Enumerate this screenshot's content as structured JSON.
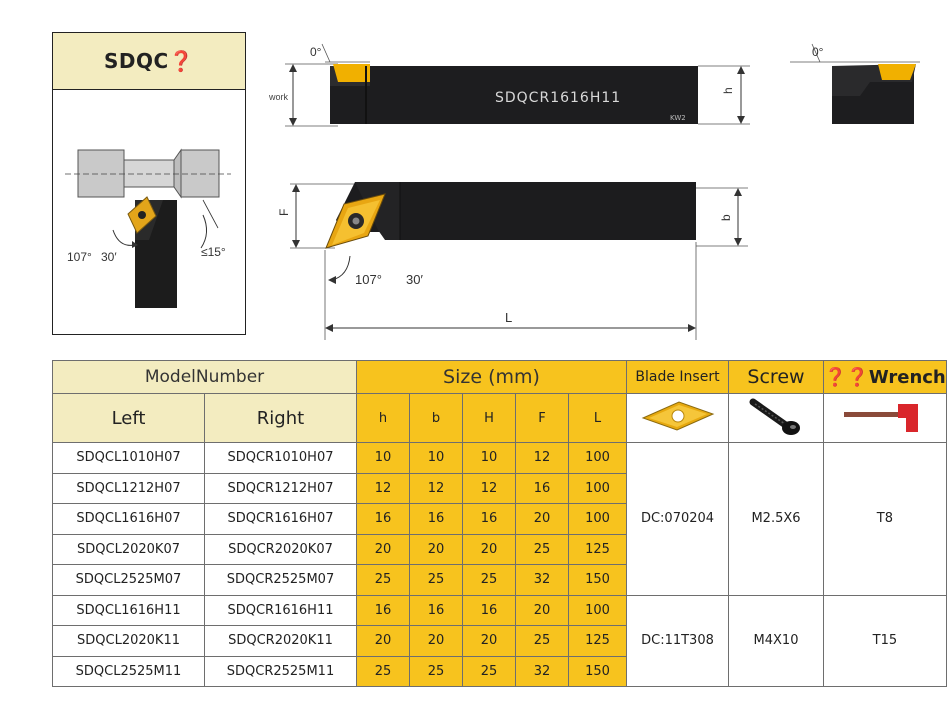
{
  "title": "SDQC❓",
  "diagram_left": {
    "angle_107": "107°",
    "angle_30": "30′",
    "angle_15": "≤15°"
  },
  "diagram_top": {
    "deg_left": "0°",
    "deg_right": "0°",
    "work_label": "work",
    "h_label": "h",
    "engraving": "SDQCR1616H11",
    "brand": "KW2"
  },
  "diagram_side": {
    "F_label": "F",
    "b_label": "b",
    "angle_107": "107°",
    "angle_30": "30′",
    "L_label": "L"
  },
  "table": {
    "model_header": "ModelNumber",
    "size_header": "Size (mm)",
    "insert_header": "Blade Insert",
    "screw_header": "Screw",
    "wrench_header": "❓❓Wrench",
    "left_header": "Left",
    "right_header": "Right",
    "dim_headers": [
      "h",
      "b",
      "H",
      "F",
      "L"
    ],
    "rows": [
      {
        "left": "SDQCL1010H07",
        "right": "SDQCR1010H07",
        "h": "10",
        "b": "10",
        "H": "10",
        "F": "12",
        "L": "100"
      },
      {
        "left": "SDQCL1212H07",
        "right": "SDQCR1212H07",
        "h": "12",
        "b": "12",
        "H": "12",
        "F": "16",
        "L": "100"
      },
      {
        "left": "SDQCL1616H07",
        "right": "SDQCR1616H07",
        "h": "16",
        "b": "16",
        "H": "16",
        "F": "20",
        "L": "100"
      },
      {
        "left": "SDQCL2020K07",
        "right": "SDQCR2020K07",
        "h": "20",
        "b": "20",
        "H": "20",
        "F": "25",
        "L": "125"
      },
      {
        "left": "SDQCL2525M07",
        "right": "SDQCR2525M07",
        "h": "25",
        "b": "25",
        "H": "25",
        "F": "32",
        "L": "150"
      },
      {
        "left": "SDQCL1616H11",
        "right": "SDQCR1616H11",
        "h": "16",
        "b": "16",
        "H": "16",
        "F": "20",
        "L": "100"
      },
      {
        "left": "SDQCL2020K11",
        "right": "SDQCR2020K11",
        "h": "20",
        "b": "20",
        "H": "20",
        "F": "25",
        "L": "125"
      },
      {
        "left": "SDQCL2525M11",
        "right": "SDQCR2525M11",
        "h": "25",
        "b": "25",
        "H": "25",
        "F": "32",
        "L": "150"
      }
    ],
    "group1": {
      "insert": "DC:070204",
      "screw": "M2.5X6",
      "wrench": "T8"
    },
    "group2": {
      "insert": "DC:11T308",
      "screw": "M4X10",
      "wrench": "T15"
    }
  }
}
